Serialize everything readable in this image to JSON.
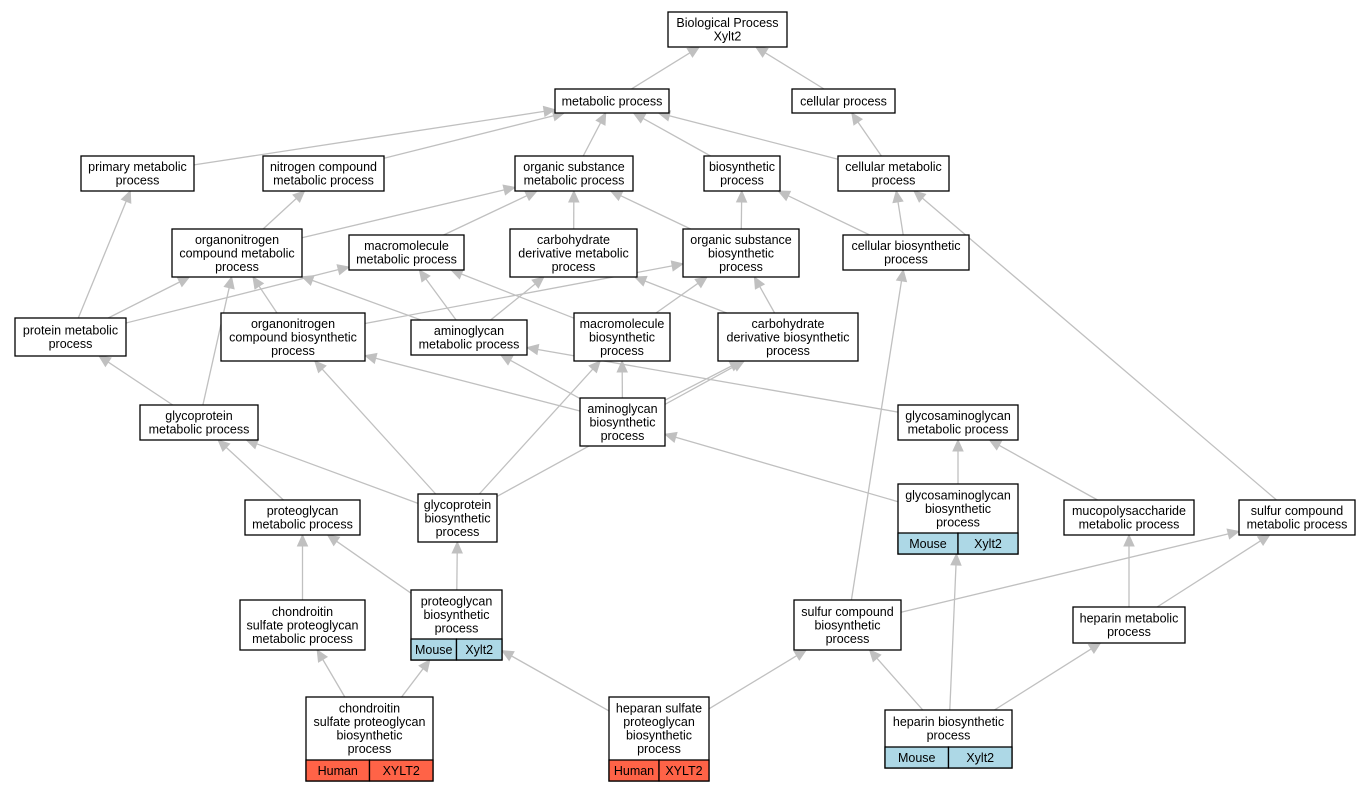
{
  "colors": {
    "mouse": "#add8e6",
    "human": "#ff6347",
    "edge": "#c0c0c0"
  },
  "nodes": [
    {
      "id": "bp",
      "lines": [
        "Biological Process",
        "Xylt2"
      ]
    },
    {
      "id": "metab",
      "lines": [
        "metabolic process"
      ]
    },
    {
      "id": "cellproc",
      "lines": [
        "cellular process"
      ]
    },
    {
      "id": "primary",
      "lines": [
        "primary metabolic",
        "process"
      ]
    },
    {
      "id": "nitro",
      "lines": [
        "nitrogen compound",
        "metabolic process"
      ]
    },
    {
      "id": "orgsub",
      "lines": [
        "organic substance",
        "metabolic process"
      ]
    },
    {
      "id": "biosyn",
      "lines": [
        "biosynthetic",
        "process"
      ]
    },
    {
      "id": "cellmet",
      "lines": [
        "cellular metabolic",
        "process"
      ]
    },
    {
      "id": "orgnitromet",
      "lines": [
        "organonitrogen",
        "compound metabolic",
        "process"
      ]
    },
    {
      "id": "macromet",
      "lines": [
        "macromolecule",
        "metabolic process"
      ]
    },
    {
      "id": "carbmet",
      "lines": [
        "carbohydrate",
        "derivative metabolic",
        "process"
      ]
    },
    {
      "id": "orgsubbio",
      "lines": [
        "organic substance",
        "biosynthetic",
        "process"
      ]
    },
    {
      "id": "cellbio",
      "lines": [
        "cellular biosynthetic",
        "process"
      ]
    },
    {
      "id": "protmet",
      "lines": [
        "protein metabolic",
        "process"
      ]
    },
    {
      "id": "orgnitrobio",
      "lines": [
        "organonitrogen",
        "compound biosynthetic",
        "process"
      ]
    },
    {
      "id": "aminomet",
      "lines": [
        "aminoglycan",
        "metabolic process"
      ]
    },
    {
      "id": "macrobio",
      "lines": [
        "macromolecule",
        "biosynthetic",
        "process"
      ]
    },
    {
      "id": "carbbio",
      "lines": [
        "carbohydrate",
        "derivative biosynthetic",
        "process"
      ]
    },
    {
      "id": "glycoprotmet",
      "lines": [
        "glycoprotein",
        "metabolic process"
      ]
    },
    {
      "id": "aminobio",
      "lines": [
        "aminoglycan",
        "biosynthetic",
        "process"
      ]
    },
    {
      "id": "gagmet",
      "lines": [
        "glycosaminoglycan",
        "metabolic process"
      ]
    },
    {
      "id": "pgmet",
      "lines": [
        "proteoglycan",
        "metabolic process"
      ]
    },
    {
      "id": "glycoprotbio",
      "lines": [
        "glycoprotein",
        "biosynthetic",
        "process"
      ]
    },
    {
      "id": "gagbio",
      "lines": [
        "glycosaminoglycan",
        "biosynthetic",
        "process"
      ],
      "annot": [
        "Mouse",
        "Xylt2"
      ],
      "color": "mouse"
    },
    {
      "id": "mucopoly",
      "lines": [
        "mucopolysaccharide",
        "metabolic process"
      ]
    },
    {
      "id": "sulfmet",
      "lines": [
        "sulfur compound",
        "metabolic process"
      ]
    },
    {
      "id": "cspgmet",
      "lines": [
        "chondroitin",
        "sulfate proteoglycan",
        "metabolic process"
      ]
    },
    {
      "id": "pgbio",
      "lines": [
        "proteoglycan",
        "biosynthetic",
        "process"
      ],
      "annot": [
        "Mouse",
        "Xylt2"
      ],
      "color": "mouse"
    },
    {
      "id": "sulfbio",
      "lines": [
        "sulfur compound",
        "biosynthetic",
        "process"
      ]
    },
    {
      "id": "hepmet",
      "lines": [
        "heparin metabolic",
        "process"
      ]
    },
    {
      "id": "cspgbio",
      "lines": [
        "chondroitin",
        "sulfate proteoglycan",
        "biosynthetic",
        "process"
      ],
      "annot": [
        "Human",
        "XYLT2"
      ],
      "color": "human"
    },
    {
      "id": "hspgbio",
      "lines": [
        "heparan sulfate",
        "proteoglycan",
        "biosynthetic",
        "process"
      ],
      "annot": [
        "Human",
        "XYLT2"
      ],
      "color": "human"
    },
    {
      "id": "hepbio",
      "lines": [
        "heparin biosynthetic",
        "process"
      ],
      "annot": [
        "Mouse",
        "Xylt2"
      ],
      "color": "mouse"
    }
  ],
  "edges": [
    [
      "metab",
      "bp"
    ],
    [
      "cellproc",
      "bp"
    ],
    [
      "primary",
      "metab"
    ],
    [
      "nitro",
      "metab"
    ],
    [
      "orgsub",
      "metab"
    ],
    [
      "biosyn",
      "metab"
    ],
    [
      "cellmet",
      "metab"
    ],
    [
      "cellmet",
      "cellproc"
    ],
    [
      "orgnitromet",
      "nitro"
    ],
    [
      "orgnitromet",
      "orgsub"
    ],
    [
      "macromet",
      "orgsub"
    ],
    [
      "carbmet",
      "orgsub"
    ],
    [
      "orgsubbio",
      "orgsub"
    ],
    [
      "orgsubbio",
      "biosyn"
    ],
    [
      "cellbio",
      "biosyn"
    ],
    [
      "cellbio",
      "cellmet"
    ],
    [
      "protmet",
      "primary"
    ],
    [
      "protmet",
      "orgnitromet"
    ],
    [
      "protmet",
      "macromet"
    ],
    [
      "orgnitrobio",
      "orgnitromet"
    ],
    [
      "orgnitrobio",
      "orgsubbio"
    ],
    [
      "aminomet",
      "orgnitromet"
    ],
    [
      "aminomet",
      "macromet"
    ],
    [
      "aminomet",
      "carbmet"
    ],
    [
      "macrobio",
      "macromet"
    ],
    [
      "macrobio",
      "orgsubbio"
    ],
    [
      "carbbio",
      "carbmet"
    ],
    [
      "carbbio",
      "orgsubbio"
    ],
    [
      "glycoprotmet",
      "protmet"
    ],
    [
      "glycoprotmet",
      "orgnitromet"
    ],
    [
      "aminobio",
      "orgnitrobio"
    ],
    [
      "aminobio",
      "aminomet"
    ],
    [
      "aminobio",
      "macrobio"
    ],
    [
      "aminobio",
      "carbbio"
    ],
    [
      "gagmet",
      "aminomet"
    ],
    [
      "pgmet",
      "glycoprotmet"
    ],
    [
      "glycoprotbio",
      "glycoprotmet"
    ],
    [
      "glycoprotbio",
      "orgnitrobio"
    ],
    [
      "glycoprotbio",
      "macrobio"
    ],
    [
      "glycoprotbio",
      "carbbio"
    ],
    [
      "gagbio",
      "gagmet"
    ],
    [
      "gagbio",
      "aminobio"
    ],
    [
      "mucopoly",
      "gagmet"
    ],
    [
      "sulfmet",
      "cellmet"
    ],
    [
      "cspgmet",
      "pgmet"
    ],
    [
      "pgbio",
      "pgmet"
    ],
    [
      "pgbio",
      "glycoprotbio"
    ],
    [
      "sulfbio",
      "cellbio"
    ],
    [
      "sulfbio",
      "sulfmet"
    ],
    [
      "hepmet",
      "mucopoly"
    ],
    [
      "hepmet",
      "sulfmet"
    ],
    [
      "cspgbio",
      "cspgmet"
    ],
    [
      "cspgbio",
      "pgbio"
    ],
    [
      "hspgbio",
      "pgbio"
    ],
    [
      "hspgbio",
      "sulfbio"
    ],
    [
      "hepbio",
      "gagbio"
    ],
    [
      "hepbio",
      "sulfbio"
    ],
    [
      "hepbio",
      "hepmet"
    ]
  ]
}
